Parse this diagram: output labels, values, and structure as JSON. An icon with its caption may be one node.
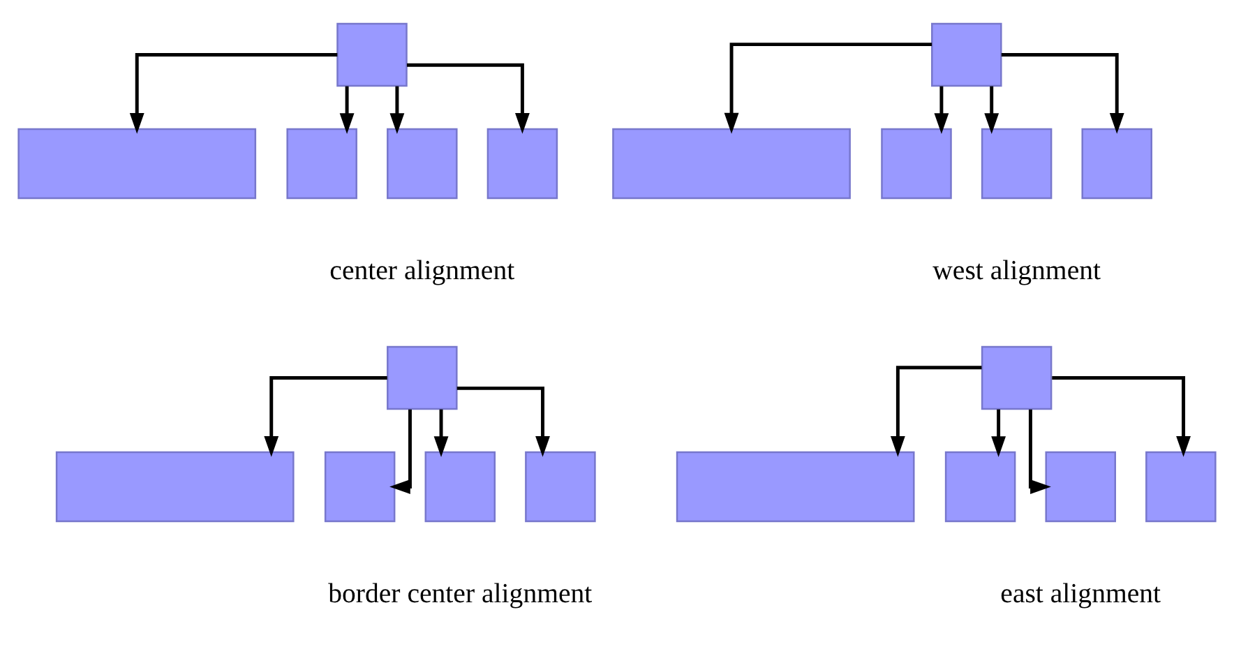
{
  "diagram": {
    "nodes": [
      {
        "text": [],
        "shape": "box"
      },
      {
        "text": [],
        "shape": "box"
      },
      {
        "text": [],
        "shape": "box"
      },
      {
        "text": [],
        "shape": "box"
      },
      {
        "text": [],
        "shape": "box"
      },
      {
        "text": [],
        "shape": "box"
      },
      {
        "text": [],
        "shape": "box"
      },
      {
        "text": [],
        "shape": "box"
      },
      {
        "text": [],
        "shape": "box"
      },
      {
        "text": [],
        "shape": "box"
      },
      {
        "text": [],
        "shape": "box"
      },
      {
        "text": [],
        "shape": "box"
      },
      {
        "text": [],
        "shape": "box"
      },
      {
        "text": [],
        "shape": "box"
      },
      {
        "text": [],
        "shape": "box"
      },
      {
        "text": [],
        "shape": "box"
      },
      {
        "text": [],
        "shape": "box"
      },
      {
        "text": [],
        "shape": "box"
      },
      {
        "text": [],
        "shape": "box"
      },
      {
        "text": [],
        "shape": "box"
      }
    ],
    "edges": [
      {
        "from": 0,
        "to": 1,
        "arrow": "to"
      },
      {
        "from": 0,
        "to": 2,
        "arrow": "to"
      },
      {
        "from": 0,
        "to": 3,
        "arrow": "to"
      },
      {
        "from": 0,
        "to": 4,
        "arrow": "to"
      },
      {
        "from": 5,
        "to": 6,
        "arrow": "to"
      },
      {
        "from": 5,
        "to": 7,
        "arrow": "to"
      },
      {
        "from": 5,
        "to": 8,
        "arrow": "to"
      },
      {
        "from": 5,
        "to": 9,
        "arrow": "to"
      },
      {
        "from": 10,
        "to": 11,
        "arrow": "to"
      },
      {
        "from": 10,
        "to": 12,
        "arrow": "to"
      },
      {
        "from": 10,
        "to": 13,
        "arrow": "to"
      },
      {
        "from": 10,
        "to": 14,
        "arrow": "to"
      },
      {
        "from": 15,
        "to": 16,
        "arrow": "to"
      },
      {
        "from": 15,
        "to": 17,
        "arrow": "to"
      },
      {
        "from": 15,
        "to": 18,
        "arrow": "to"
      },
      {
        "from": 15,
        "to": 19,
        "arrow": "to"
      }
    ],
    "labels": [
      "center alignment",
      "west alignment",
      "border center alignment",
      "east alignment"
    ]
  }
}
